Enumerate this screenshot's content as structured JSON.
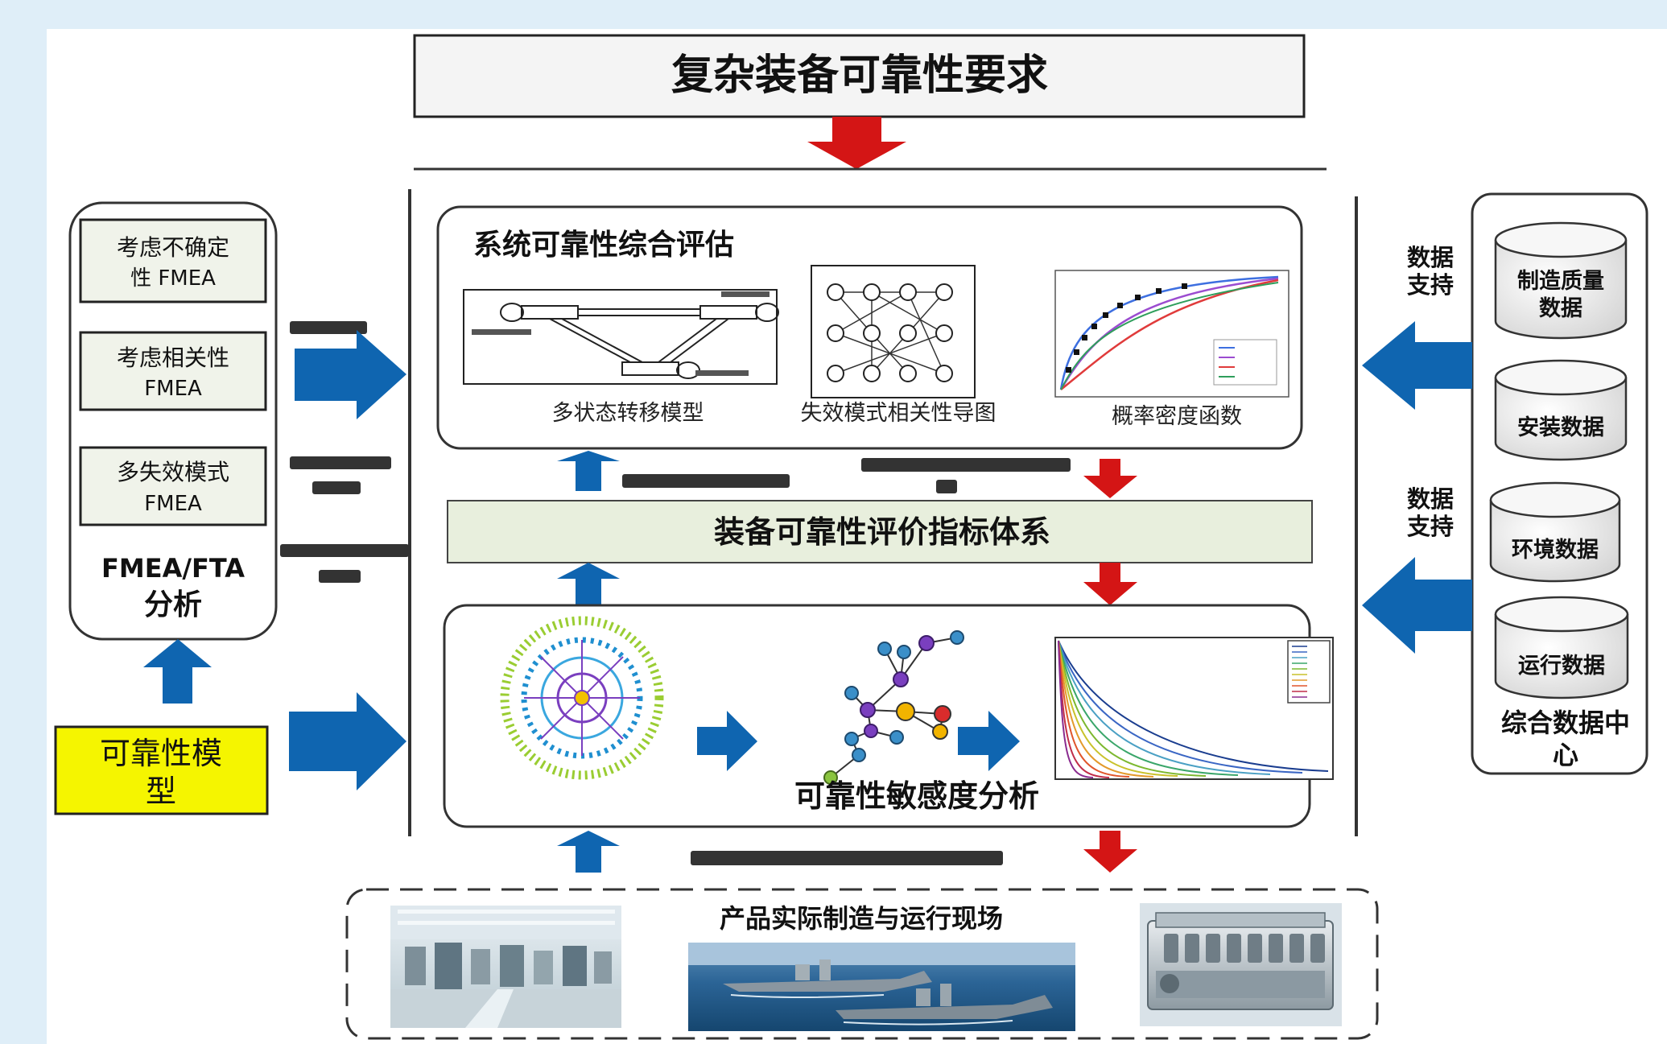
{
  "colors": {
    "page_background": "#dfeef8",
    "panel_background": "#ffffff",
    "arrow_red": "#d41515",
    "arrow_blue": "#0f65b0",
    "model_box_yellow": "#f5f500",
    "index_bar": "#e8efdd",
    "cylinder_fill": "#ececec"
  },
  "header": {
    "title": "复杂装备可靠性要求"
  },
  "fmea_panel": {
    "boxes": [
      [
        "考虑不确定",
        "性 FMEA"
      ],
      [
        "考虑相关性",
        "FMEA"
      ],
      [
        "多失效模式",
        "FMEA"
      ]
    ],
    "caption": [
      "FMEA/FTA",
      "分析"
    ]
  },
  "reliability_model": {
    "label": [
      "可靠性模",
      "型"
    ]
  },
  "system_evaluation": {
    "title": "系统可靠性综合评估",
    "captions": [
      "多状态转移模型",
      "失效模式相关性导图",
      "概率密度函数"
    ]
  },
  "index_system": {
    "label": "装备可靠性评价指标体系"
  },
  "sensitivity": {
    "title": "可靠性敏感度分析"
  },
  "field": {
    "title": "产品实际制造与运行现场"
  },
  "data_center": {
    "items": [
      "制造质量",
      "数据",
      "安装数据",
      "环境数据",
      "运行数据"
    ],
    "caption": [
      "综合数据中",
      "心"
    ],
    "support_label": [
      "数据",
      "支持"
    ]
  },
  "icons": [
    "up-arrow-icon",
    "down-arrow-icon",
    "right-arrow-icon",
    "left-arrow-icon",
    "database-cylinder-icon"
  ]
}
